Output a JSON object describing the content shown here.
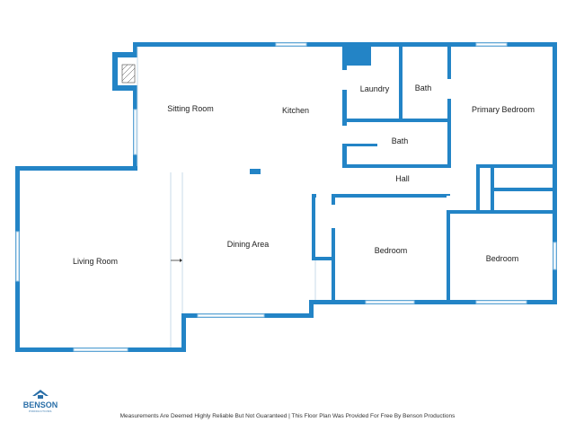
{
  "rooms": {
    "sitting_room": "Sitting Room",
    "kitchen": "Kitchen",
    "laundry": "Laundry",
    "bath_upper": "Bath",
    "bath_lower": "Bath",
    "primary_bedroom": "Primary Bedroom",
    "hall": "Hall",
    "living_room": "Living Room",
    "dining_area": "Dining Area",
    "bedroom_middle": "Bedroom",
    "bedroom_right": "Bedroom"
  },
  "logo": {
    "name": "BENSON",
    "subtitle": "PRODUCTIONS"
  },
  "footer": {
    "disclaimer": "Measurements Are Deemed Highly Reliable But Not Guaranteed | This Floor Plan Was Provided For Free By Benson Productions"
  },
  "colors": {
    "wall": "#2384c6",
    "text": "#222222"
  }
}
